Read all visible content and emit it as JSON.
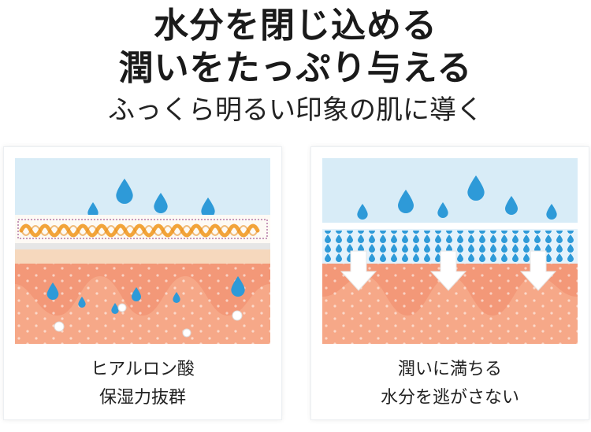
{
  "headline": {
    "line1": "水分を閉じ込める",
    "line2": "潤いをたっぷり与える",
    "line3": "ふっくら明るい印象の肌に導く"
  },
  "panels": [
    {
      "caption_line1": "ヒアルロン酸",
      "caption_line2": "保湿力抜群"
    },
    {
      "caption_line1": "潤いに満ちる",
      "caption_line2": "水分を逃がさない"
    }
  ],
  "colors": {
    "sky": "#d8ecf7",
    "water_drop": "#2e9ad8",
    "skin_top": "#f6d8bd",
    "skin_deep": "#f39878",
    "molecule_chain": "#f2a43a"
  }
}
